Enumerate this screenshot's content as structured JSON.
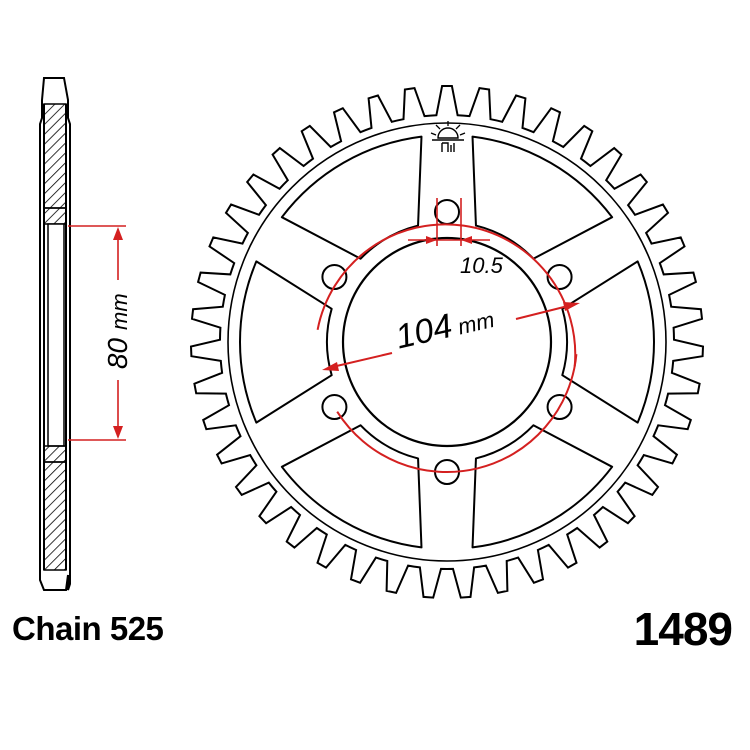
{
  "caption": {
    "chain": "Chain 525",
    "part_number": "1489"
  },
  "dimensions": {
    "hub_height": "80",
    "hub_height_unit": "mm",
    "bolt_hole": "10.5",
    "pcd": "104",
    "pcd_unit": "mm"
  },
  "sprocket": {
    "teeth": 43,
    "bolt_holes": 6,
    "cutouts": 6
  },
  "colors": {
    "outline": "#000000",
    "dimension": "#d42020",
    "hatch": "#000000"
  },
  "icons": {
    "logo": "sun-logo-icon"
  }
}
